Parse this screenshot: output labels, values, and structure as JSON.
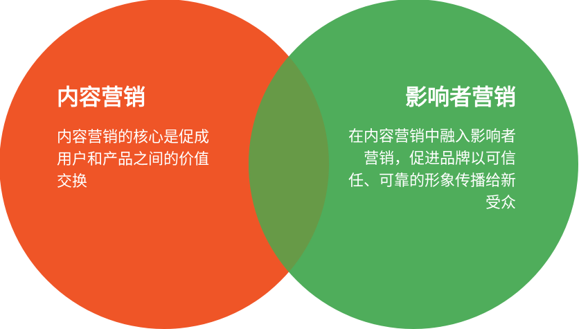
{
  "colors": {
    "left_circle": "#ef5527",
    "right_circle": "#4fad5b",
    "overlap": "#679a47",
    "text": "#ffffff"
  },
  "left": {
    "title": "内容营销",
    "description": "内容营销的核心是促成用户和产品之间的价值交换"
  },
  "right": {
    "title": "影响者营销",
    "description": "在内容营销中融入影响者营销，促进品牌以可信任、可靠的形象传播给新受众"
  }
}
